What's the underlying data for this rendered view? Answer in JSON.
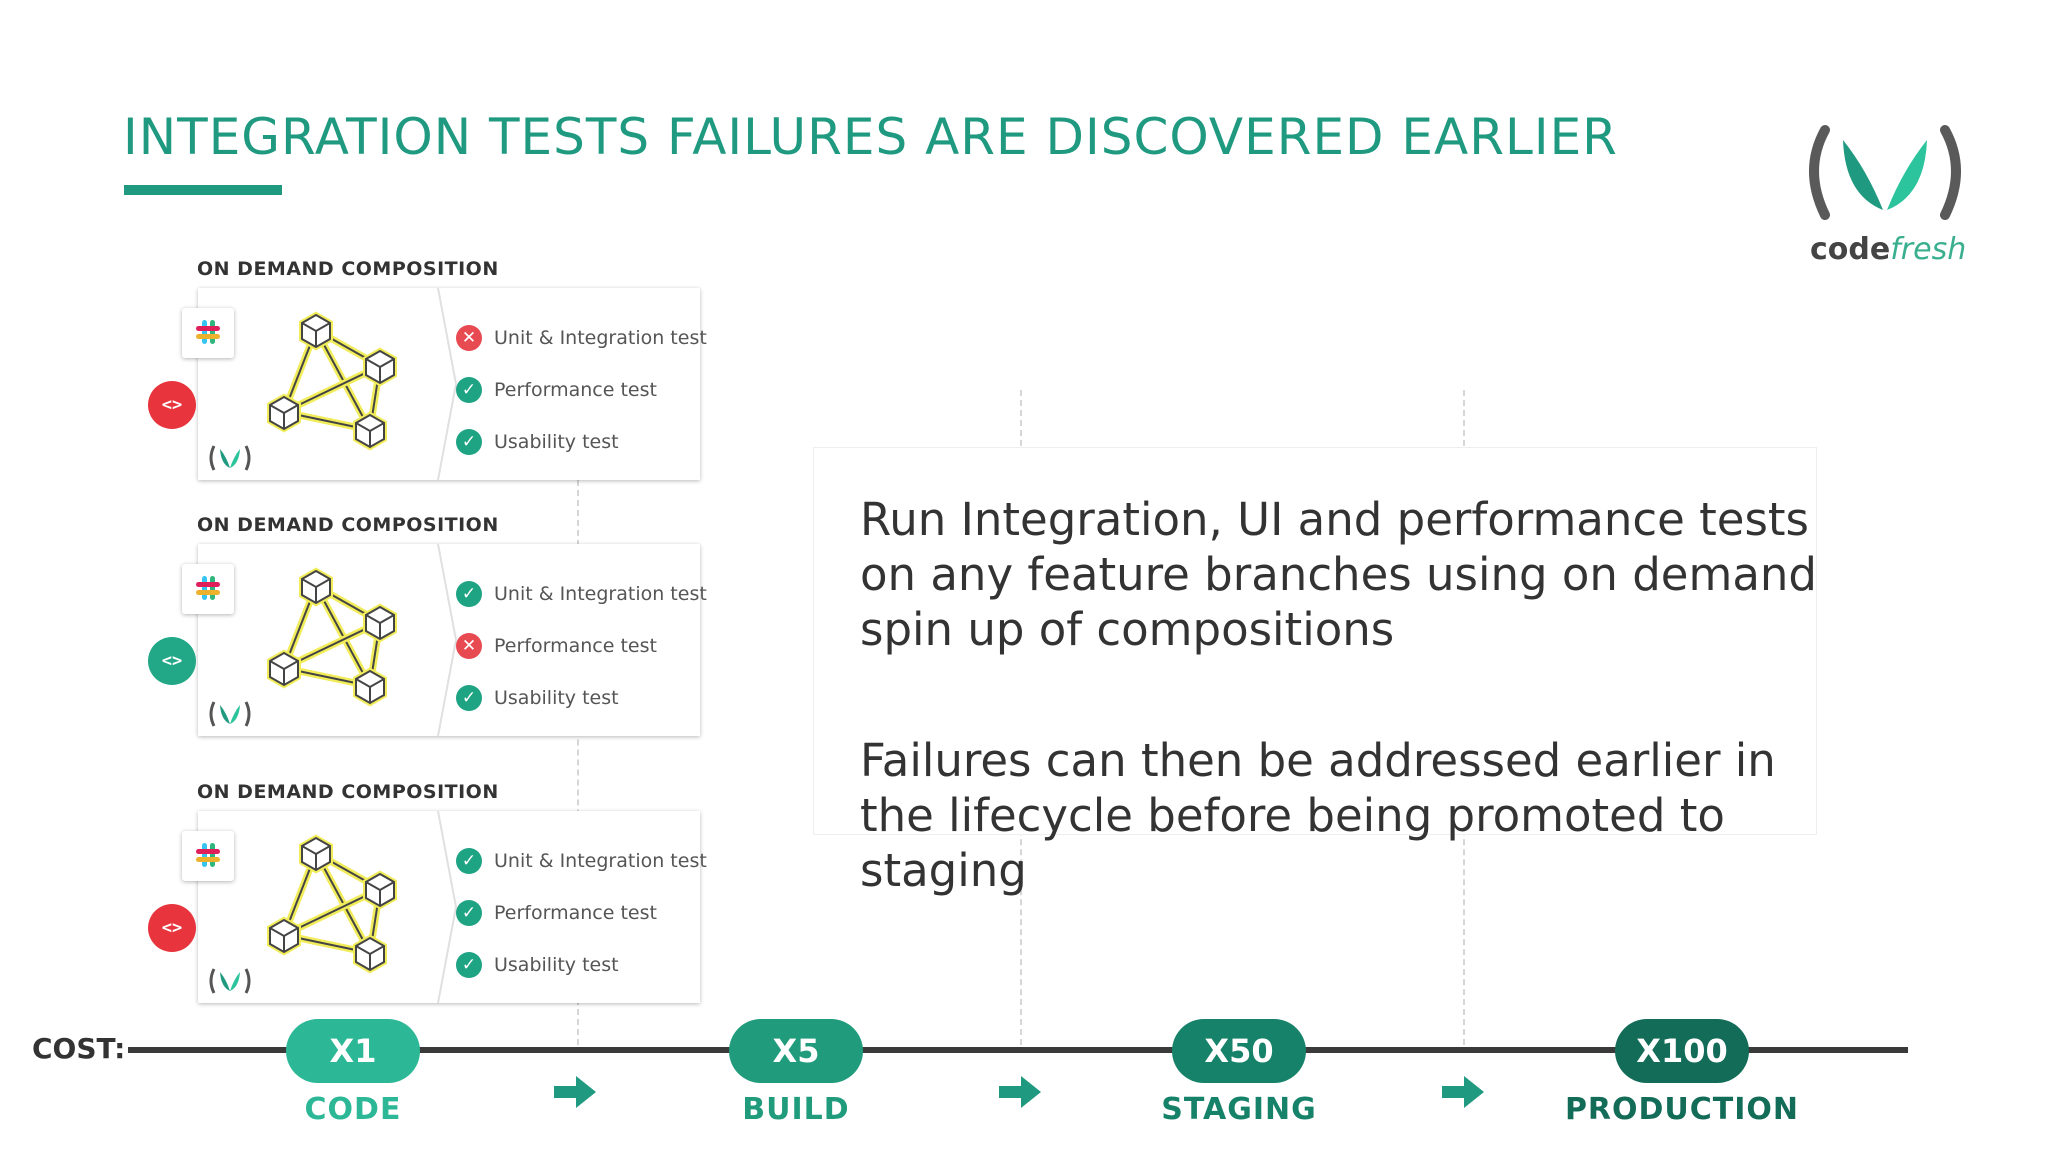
{
  "title": "INTEGRATION TESTS FAILURES ARE DISCOVERED EARLIER",
  "logo": {
    "bold": "code",
    "italic": "fresh"
  },
  "colors": {
    "accent": "#1f9a80",
    "pass": "#1ea383",
    "fail": "#e84a52"
  },
  "compositions": [
    {
      "label": "ON DEMAND COMPOSITION",
      "git_status": "red",
      "git_icon": "<>",
      "tests": [
        {
          "label": "Unit & Integration test",
          "status": "fail"
        },
        {
          "label": "Performance test",
          "status": "pass"
        },
        {
          "label": "Usability test",
          "status": "pass"
        }
      ]
    },
    {
      "label": "ON DEMAND COMPOSITION",
      "git_status": "green",
      "git_icon": "<>",
      "tests": [
        {
          "label": "Unit & Integration test",
          "status": "pass"
        },
        {
          "label": "Performance test",
          "status": "fail"
        },
        {
          "label": "Usability test",
          "status": "pass"
        }
      ]
    },
    {
      "label": "ON DEMAND COMPOSITION",
      "git_status": "red",
      "git_icon": "<>",
      "tests": [
        {
          "label": "Unit & Integration test",
          "status": "pass"
        },
        {
          "label": "Performance test",
          "status": "pass"
        },
        {
          "label": "Usability test",
          "status": "pass"
        }
      ]
    }
  ],
  "body": {
    "paragraph1": "Run Integration, UI and performance tests on any feature branches using on demand spin up of compositions",
    "paragraph2": "Failures can then be addressed earlier in the lifecycle before being promoted to staging"
  },
  "cost_label": "COST:",
  "stages": [
    {
      "multiplier": "X1",
      "name": "CODE",
      "color": "#2cb896"
    },
    {
      "multiplier": "X5",
      "name": "BUILD",
      "color": "#209c7c"
    },
    {
      "multiplier": "X50",
      "name": "STAGING",
      "color": "#17826a"
    },
    {
      "multiplier": "X100",
      "name": "PRODUCTION",
      "color": "#136c57"
    }
  ]
}
